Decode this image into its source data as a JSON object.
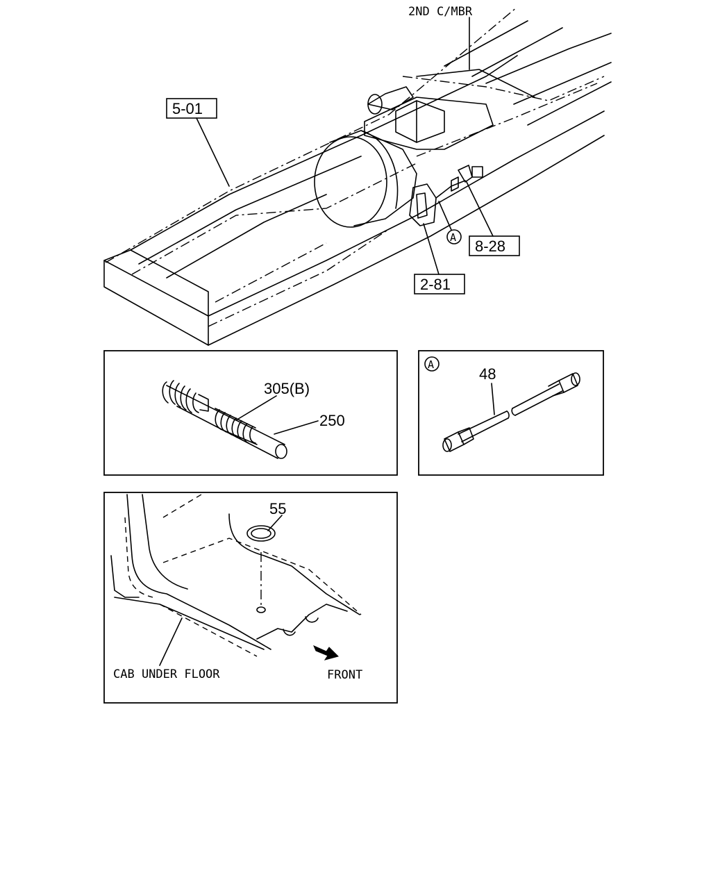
{
  "main_view": {
    "crossmember_label": "2ND C/MBR",
    "ref_frame": "5-01",
    "ref_right": "8-28",
    "ref_lower": "2-81",
    "detail_marker": "A"
  },
  "detail_harness": {
    "part_boot": "305(B)",
    "part_harness": "250"
  },
  "detail_a": {
    "marker": "A",
    "part_cable": "48"
  },
  "detail_floor": {
    "part_plug": "55",
    "caption_floor": "CAB UNDER FLOOR",
    "caption_front": "FRONT"
  }
}
